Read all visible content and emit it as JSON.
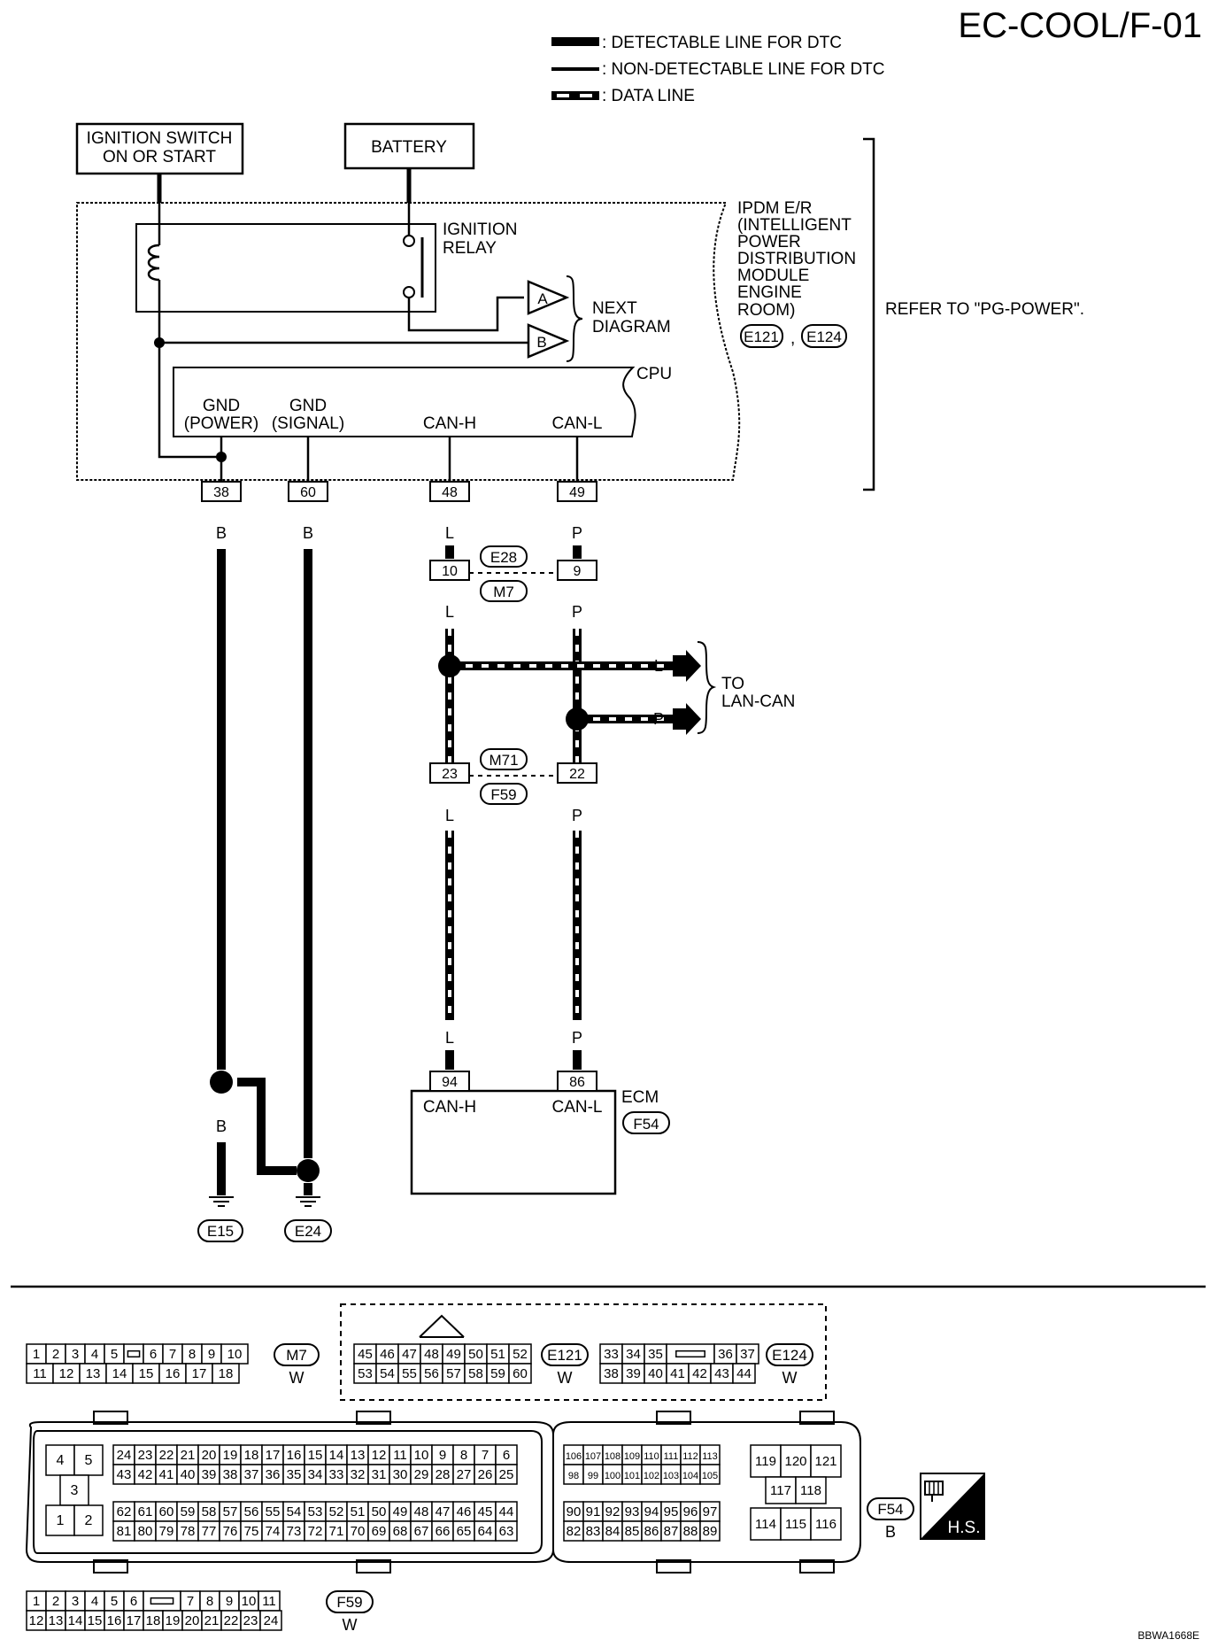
{
  "title": "EC-COOL/F-01",
  "legend": {
    "detectable": ": DETECTABLE LINE FOR DTC",
    "non_detectable": ": NON-DETECTABLE LINE FOR DTC",
    "data_line": ": DATA LINE"
  },
  "ignition_switch": [
    "IGNITION SWITCH",
    "ON OR START"
  ],
  "battery": "BATTERY",
  "ignition_relay": [
    "IGNITION",
    "RELAY"
  ],
  "ipdm": {
    "lines": [
      "IPDM E/R",
      "(INTELLIGENT",
      "POWER",
      "DISTRIBUTION",
      "MODULE",
      "ENGINE",
      "ROOM)"
    ],
    "connectors": [
      "E121",
      "E124"
    ],
    "separator": ",",
    "refer": "REFER TO \"PG-POWER\"."
  },
  "next_diagram": {
    "a": "A",
    "b": "B",
    "label": [
      "NEXT",
      "DIAGRAM"
    ]
  },
  "cpu": {
    "label": "CPU",
    "gnd_power": [
      "GND",
      "(POWER)"
    ],
    "gnd_signal": [
      "GND",
      "(SIGNAL)"
    ],
    "can_h": "CAN-H",
    "can_l": "CAN-L"
  },
  "terminals": {
    "ipdm": [
      "38",
      "60",
      "48",
      "49"
    ],
    "e28_m7": [
      "10",
      "9"
    ],
    "m71_f59": [
      "23",
      "22"
    ],
    "ecm": [
      "94",
      "86"
    ]
  },
  "wire_colors": {
    "black": "B",
    "blue": "L",
    "pink": "P"
  },
  "connector_ids": {
    "e28": "E28",
    "m7": "M7",
    "m71": "M71",
    "f59": "F59",
    "f54": "F54"
  },
  "lan_can": {
    "label": [
      "TO",
      "LAN-CAN"
    ],
    "l": "L",
    "p": "P"
  },
  "ecm": {
    "label": "ECM",
    "can_h": "CAN-H",
    "can_l": "CAN-L"
  },
  "grounds": [
    "E15",
    "E24"
  ],
  "connector_faces": {
    "m7": {
      "id": "M7",
      "color": "W",
      "top": [
        "1",
        "2",
        "3",
        "4",
        "5",
        "",
        "6",
        "7",
        "8",
        "9",
        "10"
      ],
      "bottom": [
        "11",
        "12",
        "13",
        "14",
        "15",
        "16",
        "17",
        "18"
      ]
    },
    "e121": {
      "id": "E121",
      "color": "W",
      "top": [
        "45",
        "46",
        "47",
        "48",
        "49",
        "50",
        "51",
        "52"
      ],
      "bottom": [
        "53",
        "54",
        "55",
        "56",
        "57",
        "58",
        "59",
        "60"
      ]
    },
    "e124": {
      "id": "E124",
      "color": "W",
      "top": [
        "33",
        "34",
        "35",
        "",
        "36",
        "37"
      ],
      "bottom": [
        "38",
        "39",
        "40",
        "41",
        "42",
        "43",
        "44"
      ]
    },
    "f54": {
      "id": "F54",
      "color": "B",
      "left": [
        "4",
        "5",
        "3",
        "1",
        "2"
      ],
      "row1": [
        "24",
        "23",
        "22",
        "21",
        "20",
        "19",
        "18",
        "17",
        "16",
        "15",
        "14",
        "13",
        "12",
        "11",
        "10",
        "9",
        "8",
        "7",
        "6"
      ],
      "row2": [
        "43",
        "42",
        "41",
        "40",
        "39",
        "38",
        "37",
        "36",
        "35",
        "34",
        "33",
        "32",
        "31",
        "30",
        "29",
        "28",
        "27",
        "26",
        "25"
      ],
      "row3": [
        "62",
        "61",
        "60",
        "59",
        "58",
        "57",
        "56",
        "55",
        "54",
        "53",
        "52",
        "51",
        "50",
        "49",
        "48",
        "47",
        "46",
        "45",
        "44"
      ],
      "row4": [
        "81",
        "80",
        "79",
        "78",
        "77",
        "76",
        "75",
        "74",
        "73",
        "72",
        "71",
        "70",
        "69",
        "68",
        "67",
        "66",
        "65",
        "64",
        "63"
      ],
      "r1": [
        "106",
        "107",
        "108",
        "109",
        "110",
        "111",
        "112",
        "113"
      ],
      "r2": [
        "98",
        "99",
        "100",
        "101",
        "102",
        "103",
        "104",
        "105"
      ],
      "r3": [
        "90",
        "91",
        "92",
        "93",
        "94",
        "95",
        "96",
        "97"
      ],
      "r4": [
        "82",
        "83",
        "84",
        "85",
        "86",
        "87",
        "88",
        "89"
      ],
      "right": [
        "119",
        "120",
        "121",
        "117",
        "118",
        "114",
        "115",
        "116"
      ]
    },
    "f59": {
      "id": "F59",
      "color": "W",
      "top": [
        "1",
        "2",
        "3",
        "4",
        "5",
        "6",
        "",
        "7",
        "8",
        "9",
        "10",
        "11"
      ],
      "bottom": [
        "12",
        "13",
        "14",
        "15",
        "16",
        "17",
        "18",
        "19",
        "20",
        "21",
        "22",
        "23",
        "24"
      ]
    }
  },
  "hs_label": "H.S.",
  "figure_code": "BBWA1668E"
}
